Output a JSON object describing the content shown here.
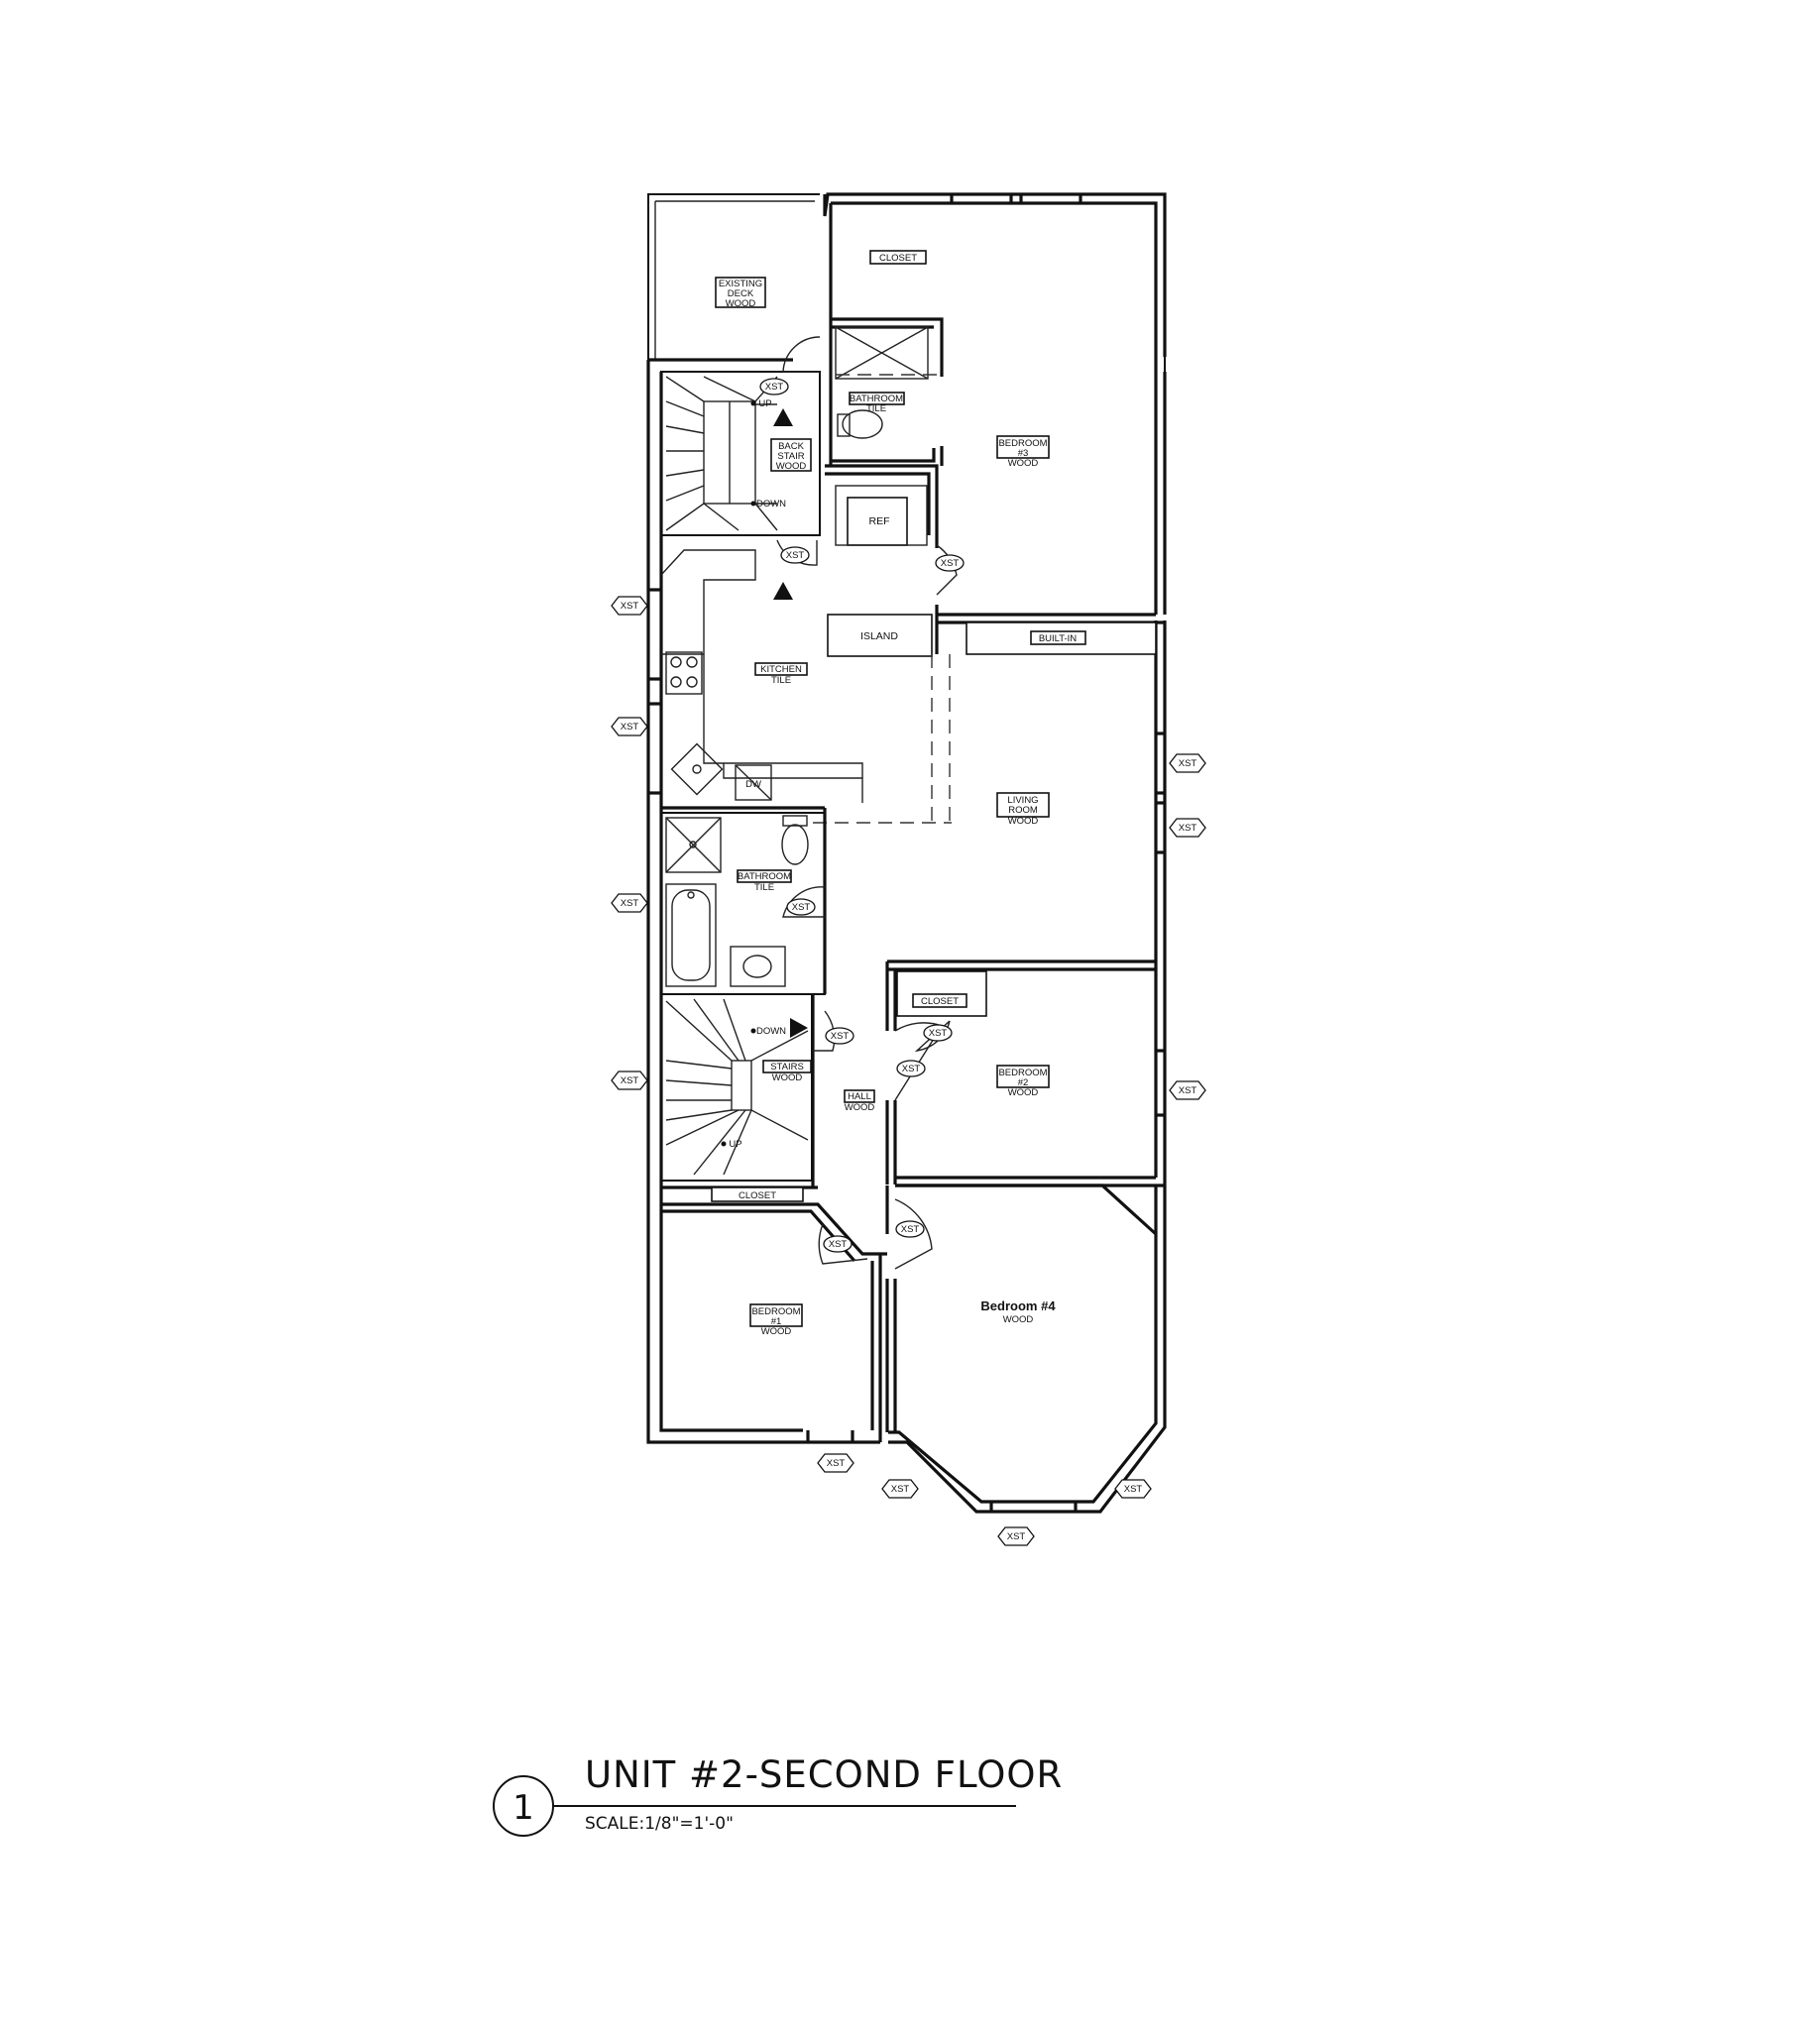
{
  "drawing": {
    "number": "1",
    "title": "UNIT #2-SECOND FLOOR",
    "scale": "SCALE:1/8\"=1'-0\""
  },
  "rooms": {
    "existing_deck": [
      "EXISTING",
      "DECK",
      "WOOD"
    ],
    "closet_top": "CLOSET",
    "bathroom_upper": [
      "BATHROOM",
      "TILE"
    ],
    "bedroom_3": [
      "BEDROOM",
      "#3",
      "WOOD"
    ],
    "back_stair": [
      "BACK",
      "STAIR",
      "WOOD"
    ],
    "ref": "REF",
    "island": "ISLAND",
    "built_in": "BUILT-IN",
    "kitchen": [
      "KITCHEN",
      "TILE"
    ],
    "dw": "DW",
    "living_room": [
      "LIVING",
      "ROOM",
      "WOOD"
    ],
    "bathroom_lower": [
      "BATHROOM",
      "TILE"
    ],
    "closet_bed2": "CLOSET",
    "bedroom_2": [
      "BEDROOM",
      "#2",
      "WOOD"
    ],
    "stairs": [
      "STAIRS",
      "WOOD"
    ],
    "hall": [
      "HALL",
      "WOOD"
    ],
    "closet_bed1": "CLOSET",
    "bedroom_1": [
      "BEDROOM",
      "#1",
      "WOOD"
    ],
    "bedroom_4": [
      "Bedroom #4",
      "WOOD"
    ]
  },
  "stair_labels": {
    "up": "UP",
    "down": "DOWN"
  },
  "door_tag": "XST"
}
